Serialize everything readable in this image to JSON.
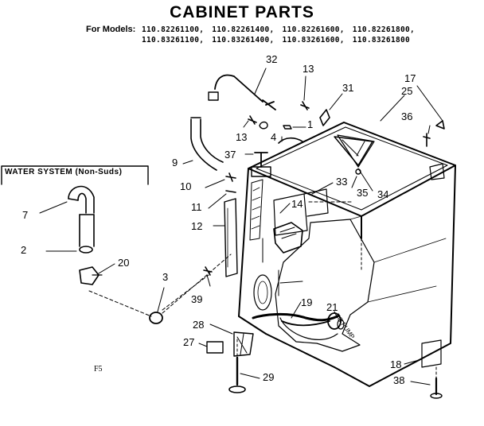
{
  "title": "CABINET PARTS",
  "models_label": "For Models:",
  "models_row1": [
    "110.82261100,",
    "110.82261400,",
    "110.82261600,",
    "110.82261800,"
  ],
  "models_row2": [
    "110.83261100,",
    "110.83261400,",
    "110.83261600,",
    "110.83261800"
  ],
  "inset_label": "WATER SYSTEM (Non-Suds)",
  "fig_code": "F5",
  "callouts": {
    "c32": "32",
    "c13a": "13",
    "c31": "31",
    "c17": "17",
    "c25": "25",
    "c13b": "13",
    "c1": "1",
    "c4": "4",
    "c36": "36",
    "c37": "37",
    "c9": "9",
    "c10": "10",
    "c33": "33",
    "c35": "35",
    "c34": "34",
    "c14": "14",
    "c11": "11",
    "c12": "12",
    "c7": "7",
    "c2": "2",
    "c20": "20",
    "c3": "3",
    "c39": "39",
    "c19": "19",
    "c21": "21",
    "c28": "28",
    "c27": "27",
    "c18": "18",
    "c29": "29",
    "c38": "38"
  },
  "pump_label": "TO PUMP"
}
